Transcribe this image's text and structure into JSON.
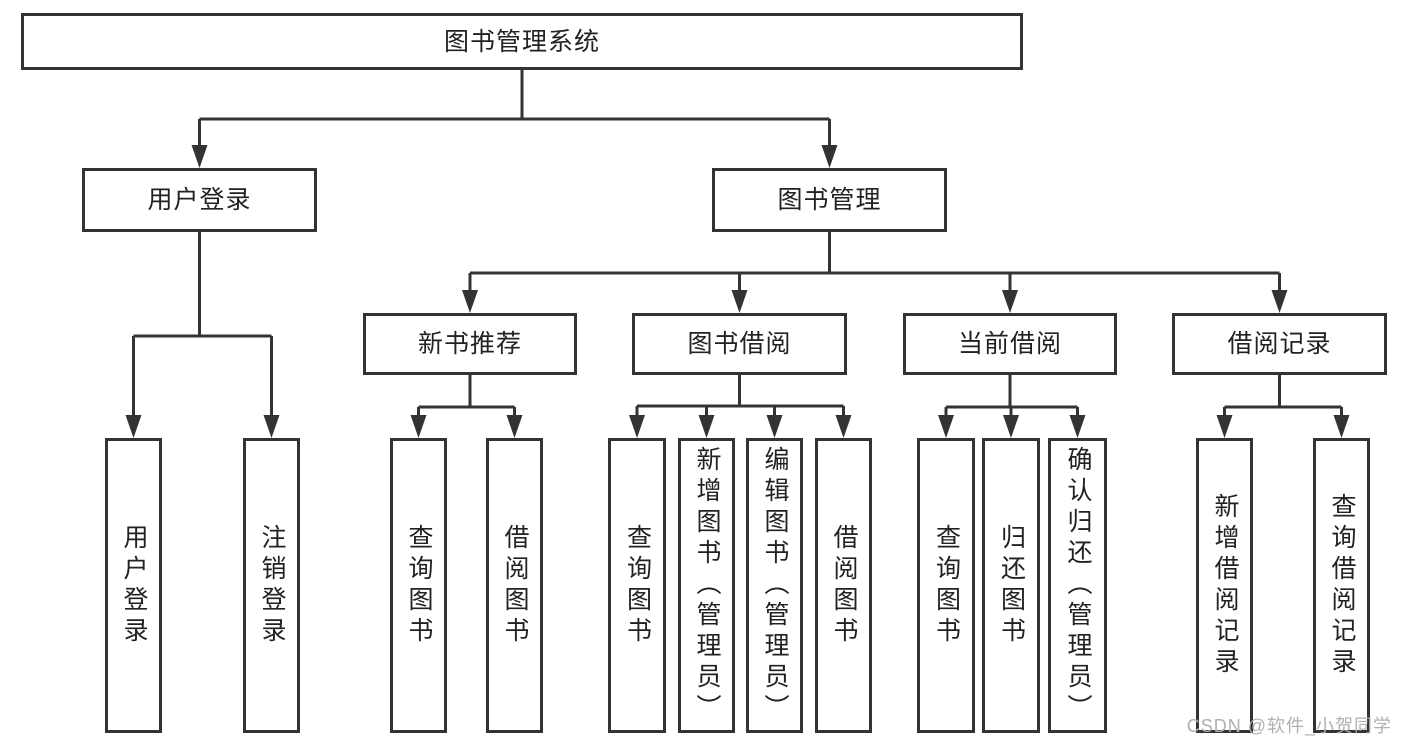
{
  "diagram": {
    "type": "hierarchy-tree",
    "title": "图书管理系统"
  },
  "tree": {
    "label": "图书管理系统",
    "children": [
      {
        "label": "用户登录",
        "children": [
          {
            "label": "用户登录"
          },
          {
            "label": "注销登录"
          }
        ]
      },
      {
        "label": "图书管理",
        "children": [
          {
            "label": "新书推荐",
            "children": [
              {
                "label": "查询图书"
              },
              {
                "label": "借阅图书"
              }
            ]
          },
          {
            "label": "图书借阅",
            "children": [
              {
                "label": "查询图书"
              },
              {
                "label": "新增图书（管理员）"
              },
              {
                "label": "编辑图书（管理员）"
              },
              {
                "label": "借阅图书"
              }
            ]
          },
          {
            "label": "当前借阅",
            "children": [
              {
                "label": "查询图书"
              },
              {
                "label": "归还图书"
              },
              {
                "label": "确认归还（管理员）"
              }
            ]
          },
          {
            "label": "借阅记录",
            "children": [
              {
                "label": "新增借阅记录"
              },
              {
                "label": "查询借阅记录"
              }
            ]
          }
        ]
      }
    ]
  },
  "watermark": {
    "text": "CSDN @软件_小贺同学"
  },
  "colors": {
    "line": "#333333",
    "box_border": "#333333",
    "text": "#222222",
    "watermark": "#b0b0b0",
    "background": "#ffffff"
  }
}
